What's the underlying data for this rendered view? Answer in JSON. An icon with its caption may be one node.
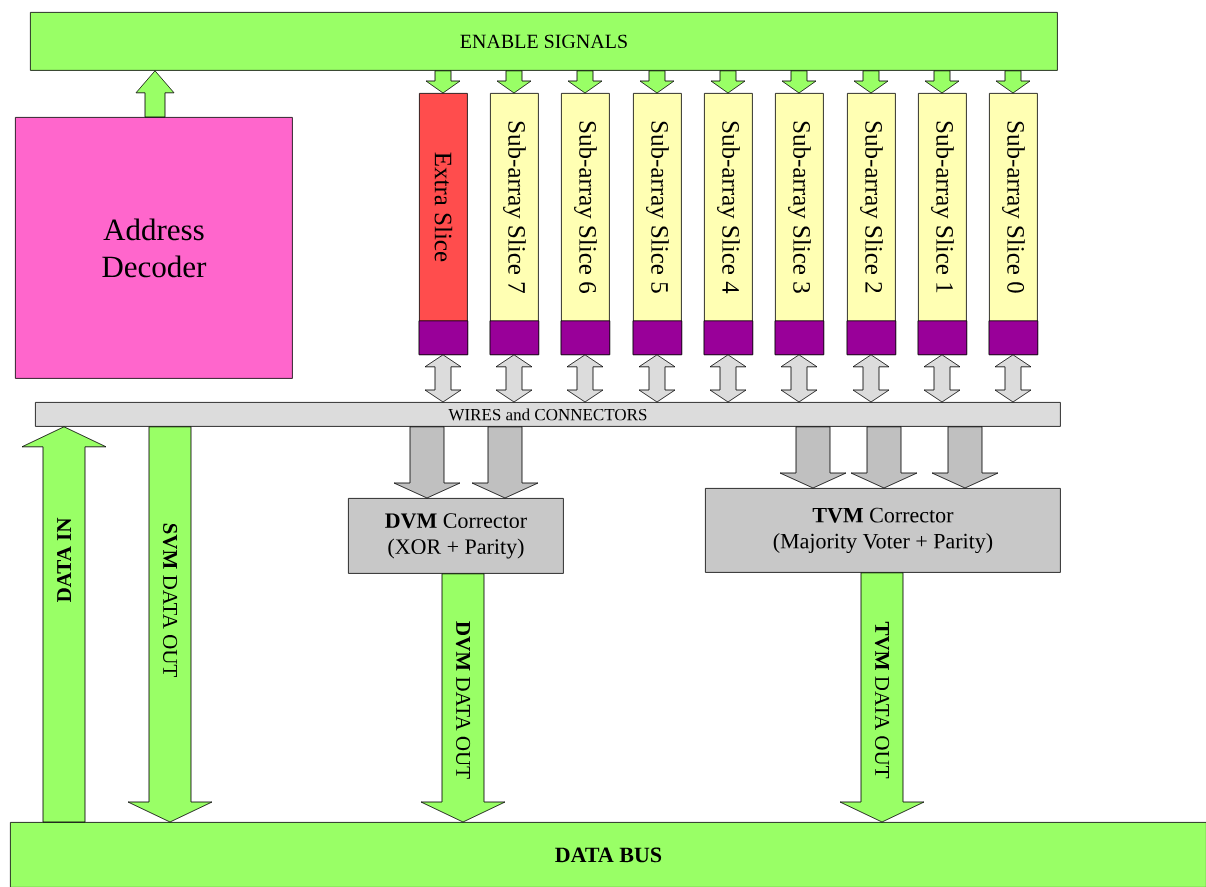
{
  "diagram": {
    "nodes": [
      {
        "text": [
          "ENABLE SIGNALS"
        ]
      },
      {
        "text": [
          "Address Decoder"
        ]
      },
      {
        "text": [
          "Extra Slice"
        ]
      },
      {
        "text": [
          "Sub-array Slice 7"
        ]
      },
      {
        "text": [
          "Sub-array Slice 6"
        ]
      },
      {
        "text": [
          "Sub-array Slice 5"
        ]
      },
      {
        "text": [
          "Sub-array Slice 4"
        ]
      },
      {
        "text": [
          "Sub-array Slice 3"
        ]
      },
      {
        "text": [
          "Sub-array Slice 2"
        ]
      },
      {
        "text": [
          "Sub-array Slice 1"
        ]
      },
      {
        "text": [
          "Sub-array Slice 0"
        ]
      },
      {
        "text": [
          "WIRES and CONNECTORS"
        ]
      },
      {
        "text": [
          "**DVM** Corrector",
          "(XOR + Parity)"
        ]
      },
      {
        "text": [
          "**TVM** Corrector",
          "(Majority Voter + Parity)"
        ]
      },
      {
        "text": [
          "DATA BUS"
        ]
      }
    ],
    "edges": [
      {
        "from": 1,
        "to": 0,
        "arrow": "to"
      },
      {
        "from": 0,
        "to": 2,
        "arrow": "to"
      },
      {
        "from": 0,
        "to": 3,
        "arrow": "to"
      },
      {
        "from": 0,
        "to": 4,
        "arrow": "to"
      },
      {
        "from": 0,
        "to": 5,
        "arrow": "to"
      },
      {
        "from": 0,
        "to": 6,
        "arrow": "to"
      },
      {
        "from": 0,
        "to": 7,
        "arrow": "to"
      },
      {
        "from": 0,
        "to": 8,
        "arrow": "to"
      },
      {
        "from": 0,
        "to": 9,
        "arrow": "to"
      },
      {
        "from": 0,
        "to": 10,
        "arrow": "to"
      },
      {
        "from": 2,
        "to": 11,
        "arrow": "both",
        "color": "#dcdcdc"
      },
      {
        "from": 3,
        "to": 11,
        "arrow": "both",
        "color": "#dcdcdc"
      },
      {
        "from": 4,
        "to": 11,
        "arrow": "both",
        "color": "#dcdcdc"
      },
      {
        "from": 5,
        "to": 11,
        "arrow": "both",
        "color": "#dcdcdc"
      },
      {
        "from": 6,
        "to": 11,
        "arrow": "both",
        "color": "#dcdcdc"
      },
      {
        "from": 7,
        "to": 11,
        "arrow": "both",
        "color": "#dcdcdc"
      },
      {
        "from": 8,
        "to": 11,
        "arrow": "both",
        "color": "#dcdcdc"
      },
      {
        "from": 9,
        "to": 11,
        "arrow": "both",
        "color": "#dcdcdc"
      },
      {
        "from": 10,
        "to": 11,
        "arrow": "both",
        "color": "#dcdcdc"
      },
      {
        "from": 11,
        "to": 12,
        "arrow": "to",
        "color": "#c0c0c0"
      },
      {
        "from": 11,
        "to": 12,
        "arrow": "to",
        "color": "#c0c0c0"
      },
      {
        "from": 11,
        "to": 13,
        "arrow": "to",
        "color": "#c0c0c0"
      },
      {
        "from": 11,
        "to": 13,
        "arrow": "to",
        "color": "#c0c0c0"
      },
      {
        "from": 11,
        "to": 13,
        "arrow": "to",
        "color": "#c0c0c0"
      },
      {
        "from": 14,
        "to": 11,
        "arrow": "to",
        "label": "DATA IN"
      },
      {
        "from": 11,
        "to": 14,
        "arrow": "to",
        "label": "**SVM** DATA OUT"
      },
      {
        "from": 12,
        "to": 14,
        "arrow": "to",
        "label": "**DVM** DATA OUT"
      },
      {
        "from": 13,
        "to": 14,
        "arrow": "to",
        "label": "**TVM** DATA OUT"
      }
    ]
  }
}
